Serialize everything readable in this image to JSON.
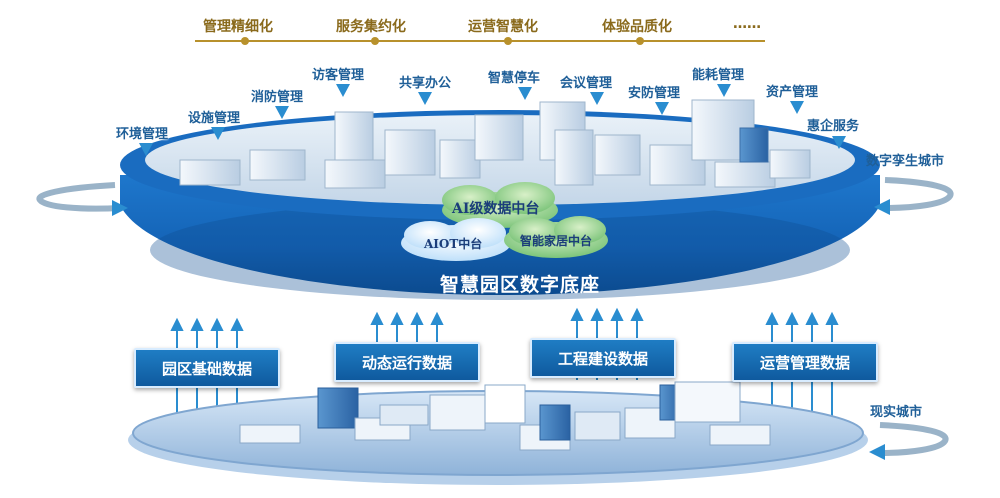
{
  "timeline": {
    "items": [
      "管理精细化",
      "服务集约化",
      "运营智慧化",
      "体验品质化",
      "……"
    ]
  },
  "services": [
    {
      "label": "环境管理"
    },
    {
      "label": "设施管理"
    },
    {
      "label": "消防管理"
    },
    {
      "label": "访客管理"
    },
    {
      "label": "共享办公"
    },
    {
      "label": "智慧停车"
    },
    {
      "label": "会议管理"
    },
    {
      "label": "安防管理"
    },
    {
      "label": "能耗管理"
    },
    {
      "label": "资产管理"
    },
    {
      "label": "惠企服务"
    }
  ],
  "digital_city": {
    "label": "数字孪生城市",
    "clouds": [
      "AI级数据中台",
      "AIOT中台",
      "智能家居中台"
    ],
    "platform_title": "智慧园区数字底座"
  },
  "data_sources": [
    {
      "label": "园区基础数据"
    },
    {
      "label": "动态运行数据"
    },
    {
      "label": "工程建设数据"
    },
    {
      "label": "运营管理数据"
    }
  ],
  "real_city": {
    "label": "现实城市"
  },
  "colors": {
    "platform_blue": "#1565b8",
    "platform_dark": "#0d4c92",
    "accent_light": "#8fcbf2",
    "timeline_gold": "#b8912c",
    "cloud_green": "#7cc47a",
    "cloud_light": "#dcefff",
    "data_box": "#1f7dc4"
  },
  "icons": {
    "service": "down-arrow-icon",
    "data_flow": "up-arrow-icon",
    "rotation": "circular-arrow-icon"
  }
}
